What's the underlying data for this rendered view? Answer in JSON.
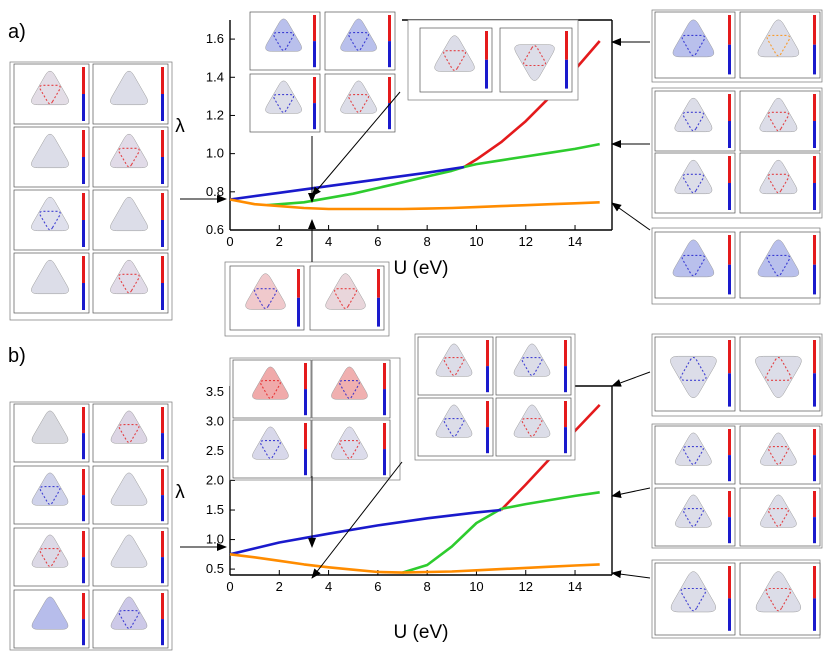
{
  "chart_data": [
    {
      "panel": "a)",
      "type": "line",
      "xlabel": "U (eV)",
      "ylabel": "λ",
      "xlim": [
        0,
        15.5
      ],
      "ylim": [
        0.6,
        1.7
      ],
      "xticks": [
        0,
        2,
        4,
        6,
        8,
        10,
        12,
        14
      ],
      "yticks": [
        0.6,
        0.8,
        1.0,
        1.2,
        1.4,
        1.6
      ],
      "ytick_labels": [
        "0.6",
        "0.8",
        "1.0",
        "1.2",
        "1.4",
        "1.6"
      ],
      "series": [
        {
          "color": "#e41a1c",
          "x": [
            9.5,
            10,
            11,
            12,
            13,
            14,
            15
          ],
          "y": [
            0.93,
            0.97,
            1.06,
            1.17,
            1.3,
            1.44,
            1.59
          ]
        },
        {
          "color": "#2ecc2e",
          "x": [
            1.5,
            3,
            5,
            7,
            8,
            9,
            9.5,
            10,
            11,
            12,
            13,
            14,
            15
          ],
          "y": [
            0.73,
            0.745,
            0.79,
            0.85,
            0.88,
            0.91,
            0.93,
            0.945,
            0.965,
            0.985,
            1.005,
            1.025,
            1.05
          ]
        },
        {
          "color": "#1a1acc",
          "x": [
            0,
            2,
            4,
            6,
            8,
            9.5
          ],
          "y": [
            0.76,
            0.795,
            0.83,
            0.865,
            0.9,
            0.93
          ]
        },
        {
          "color": "#ff8c00",
          "x": [
            0,
            1,
            2,
            3,
            4,
            5,
            6,
            7,
            8,
            9,
            10,
            11,
            12,
            13,
            14,
            15
          ],
          "y": [
            0.76,
            0.735,
            0.725,
            0.715,
            0.71,
            0.71,
            0.71,
            0.71,
            0.712,
            0.715,
            0.72,
            0.725,
            0.73,
            0.735,
            0.74,
            0.745
          ]
        }
      ]
    },
    {
      "panel": "b)",
      "type": "line",
      "xlabel": "U (eV)",
      "ylabel": "λ",
      "xlim": [
        0,
        15.5
      ],
      "ylim": [
        0.4,
        3.6
      ],
      "xticks": [
        0,
        2,
        4,
        6,
        8,
        10,
        12,
        14
      ],
      "yticks": [
        0.5,
        1.0,
        1.5,
        2.0,
        2.5,
        3.0,
        3.5
      ],
      "ytick_labels": [
        "0.5",
        "1.0",
        "1.5",
        "2.0",
        "2.5",
        "3.0",
        "3.5"
      ],
      "series": [
        {
          "color": "#e41a1c",
          "x": [
            11,
            12,
            13,
            14,
            15
          ],
          "y": [
            1.5,
            1.93,
            2.38,
            2.84,
            3.28
          ]
        },
        {
          "color": "#2ecc2e",
          "x": [
            7,
            8,
            9,
            10,
            11,
            12,
            13,
            14,
            15
          ],
          "y": [
            0.44,
            0.57,
            0.88,
            1.28,
            1.52,
            1.6,
            1.67,
            1.74,
            1.8
          ]
        },
        {
          "color": "#1a1acc",
          "x": [
            0,
            2,
            4,
            6,
            8,
            10,
            11
          ],
          "y": [
            0.75,
            0.95,
            1.1,
            1.24,
            1.36,
            1.46,
            1.5
          ]
        },
        {
          "color": "#ff8c00",
          "x": [
            0,
            1,
            2,
            3,
            4,
            5,
            6,
            7,
            8,
            9,
            10,
            11,
            12,
            13,
            14,
            15
          ],
          "y": [
            0.75,
            0.7,
            0.64,
            0.58,
            0.53,
            0.49,
            0.45,
            0.44,
            0.45,
            0.46,
            0.48,
            0.5,
            0.52,
            0.54,
            0.56,
            0.58
          ]
        }
      ]
    }
  ],
  "colors": {
    "red": "#e41a1c",
    "green": "#2ecc2e",
    "blue": "#1a1acc",
    "orange": "#ff8c00"
  },
  "inset_pattern_note_free": true
}
